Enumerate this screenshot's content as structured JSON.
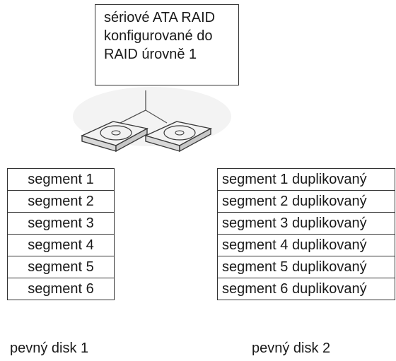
{
  "title_lines": [
    "sériové ATA RAID",
    "konfigurované do",
    "RAID úrovně 1"
  ],
  "disk1": {
    "label": "pevný disk 1",
    "segments": [
      "segment 1",
      "segment 2",
      "segment 3",
      "segment 4",
      "segment 5",
      "segment 6"
    ]
  },
  "disk2": {
    "label": "pevný disk 2",
    "segments": [
      "segment 1 duplikovaný",
      "segment 2 duplikovaný",
      "segment 3 duplikovaný",
      "segment 4 duplikovaný",
      "segment 5 duplikovaný",
      "segment 6 duplikovaný"
    ]
  },
  "colors": {
    "border": "#333333",
    "disk_fill": "#f2f2f2",
    "disk_stroke": "#3a3a3a",
    "background_shade": "#efefef"
  },
  "icons": [
    "hard-drive-icon",
    "hard-drive-icon"
  ]
}
